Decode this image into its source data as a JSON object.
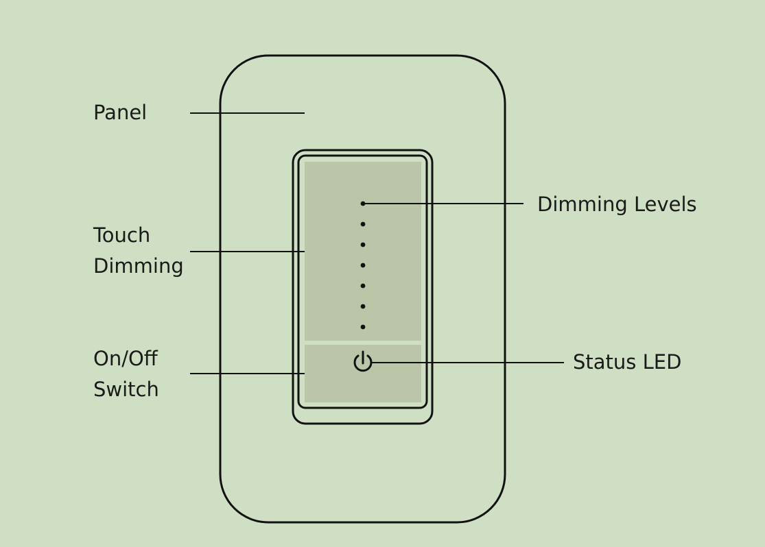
{
  "colors": {
    "background": "#cfdfc4",
    "touch_area_fill": "#bbc6a9",
    "line": "#111111"
  },
  "labels": {
    "panel": "Panel",
    "touch_dimming": [
      "Touch",
      "Dimming"
    ],
    "on_off_switch": [
      "On/Off",
      "Switch"
    ],
    "dimming_levels": "Dimming Levels",
    "status_led": "Status LED"
  },
  "switch": {
    "dimming_level_count": 7,
    "power_icon": "power-icon"
  }
}
